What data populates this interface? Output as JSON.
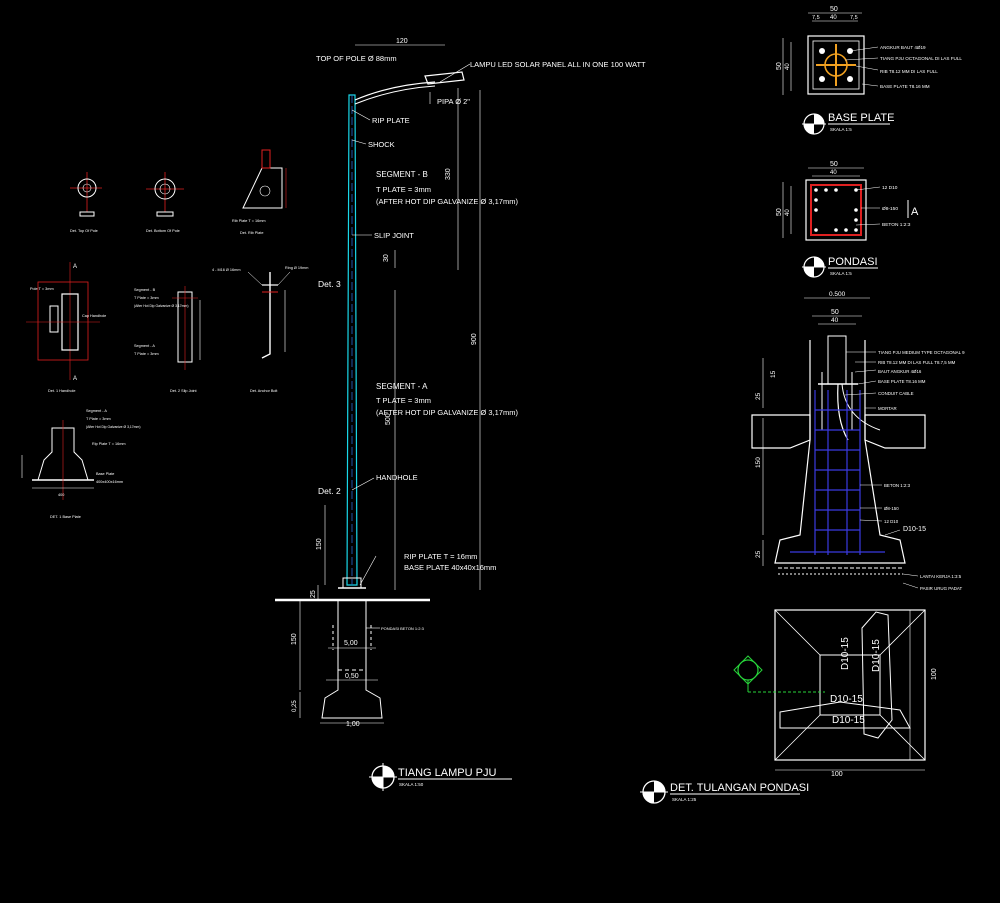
{
  "main_pole": {
    "top_of_pole": "TOP OF POLE Ø 88mm",
    "lamp": "LAMPU LED SOLAR PANEL ALL IN ONE 100 WATT",
    "pipe": "PIPA Ø 2\"",
    "rib_plate": "RIP PLATE",
    "shock": "SHOCK",
    "seg_b": "SEGMENT - B",
    "t_plate_b": "T PLATE = 3mm",
    "galv_b": "(AFTER HOT DIP GALVANIZE  Ø 3,17mm)",
    "slip_joint": "SLIP JOINT",
    "seg_a": "SEGMENT - A",
    "t_plate_a": "T PLATE = 3mm",
    "galv_a": "(AFTER HOT DIP GALVANIZE  Ø 3,17mm)",
    "handhole": "HANDHOLE",
    "rib_plate_t": "RIP PLATE T = 16mm",
    "base_plate": "BASE PLATE 40x40x16mm",
    "det3": "Det. 3",
    "det2": "Det. 2",
    "dim_120": "120",
    "dim_330": "330",
    "dim_30": "30",
    "dim_900": "900",
    "dim_500": "500",
    "dim_150": "150",
    "dim_25": "25",
    "dim_150b": "150",
    "dim_25b": "0,25",
    "dim_500b": "5,00",
    "dim_050": "0,50",
    "dim_100": "1,00",
    "title": "TIANG LAMPU PJU",
    "scale": "SKALA 1:50"
  },
  "base_plate_detail": {
    "dim_50": "50",
    "dim_40": "40",
    "dim_75a": "7,5",
    "dim_75b": "7,5",
    "dim_50v": "50",
    "dim_40v": "40",
    "l1": "ANGKUR BAUT 4Ø19",
    "l2": "TIANG PJU OCTAGONAL DI LAS FULL",
    "l3": "RIB T8.12 MM DI LAS FULL",
    "l4": "BASE PLATE T8.16 MM",
    "title": "BASE PLATE",
    "scale": "SKALA 1:5"
  },
  "pondasi_detail": {
    "dim_50": "50",
    "dim_40": "40",
    "dim_50v": "50",
    "dim_40v": "40",
    "l1": "12 D10",
    "l2": "Ø8-150",
    "l3": "BETON 1:2:3",
    "cut": "A",
    "title": "PONDASI",
    "scale": "SKALA 1:5"
  },
  "section_detail": {
    "dim_top": "0.500",
    "dim_50": "50",
    "dim_40": "40",
    "dim_15": "15",
    "dim_25": "25",
    "dim_150": "150",
    "dim_25b": "25",
    "l1": "TIANG PJU MEDIUM TYPE OCTAGONAL 9",
    "l2": "RIB T8.12 MM DI LAS FULL T8.7,5 MM",
    "l3": "BAUT ANGKUR 4Ø16",
    "l4": "BASE PLATE T8.16 MM",
    "l5": "CONDUIT CABLE",
    "l6": "MORTAR",
    "l7": "BETON 1:2:3",
    "l8": "Ø8-150",
    "l9": "12 D10",
    "l10": "D10-15",
    "l11": "LANTAI KERJA 1:3:5",
    "l12": "PASIR URUG PADAT"
  },
  "plan_detail": {
    "r1": "D10-15",
    "r2": "D10-15",
    "r3": "D10-15",
    "r4": "D10-15",
    "dim_100": "100",
    "dim_100v": "100",
    "title": "DET. TULANGAN PONDASI",
    "scale": "SKALA 1:25"
  },
  "small_details": {
    "d1": "Det. Top Of Pole",
    "d2": "Det. Bottom Of Pole",
    "d3": "Det. Rib Plate",
    "d3b": "Rib Plate T = 16mm",
    "d4": "Det. 1 Handhole",
    "d4a": "Pole T = 3mm",
    "d4b": "Cap Handhole",
    "d5": "Det. 2 Slip Joint",
    "d5a": "Segment - B",
    "d5b": "T Plate = 3mm",
    "d5c": "(After Hot Dip Galvanize Ø 3,17mm)",
    "d5d": "Segment - A",
    "d5e": "T Plate = 3mm",
    "d6": "Det. Anchor Bolt",
    "d6a": "4 - M16 Ø 16mm",
    "d6b": "Ring Ø 19mm",
    "d7": "DET. 1 Base Plate",
    "d7a": "Segment - A",
    "d7b": "T Plate = 3mm",
    "d7c": "(After Hot Dip Galvanize Ø 3,17mm)",
    "d7d": "Rip Plate T = 16mm",
    "d7e": "Base Plate",
    "d7f": "400x400x16mm",
    "d7g": "400"
  }
}
